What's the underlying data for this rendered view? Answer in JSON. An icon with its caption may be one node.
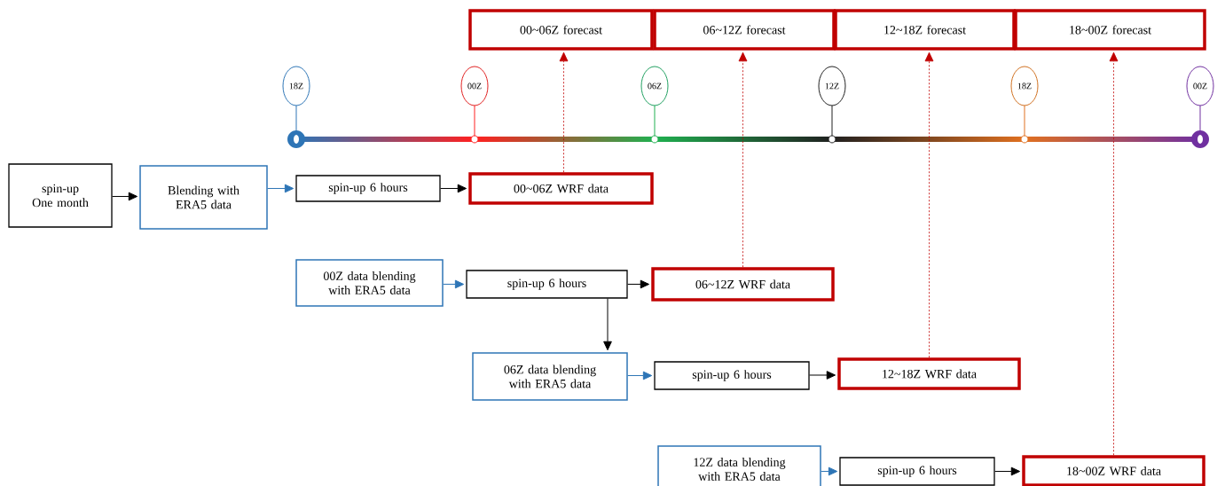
{
  "diagram": {
    "nodes": [
      {
        "text": [
          "00~06Z forecast"
        ]
      },
      {
        "text": [
          "06~12Z forecast"
        ]
      },
      {
        "text": [
          "12~18Z forecast"
        ]
      },
      {
        "text": [
          "18~00Z forecast"
        ]
      },
      {
        "text": [
          "18Z"
        ]
      },
      {
        "text": [
          "00Z"
        ]
      },
      {
        "text": [
          "06Z"
        ]
      },
      {
        "text": [
          "12Z"
        ]
      },
      {
        "text": [
          "18Z"
        ]
      },
      {
        "text": [
          "00Z"
        ]
      },
      {
        "text": [
          "spin-up One month"
        ]
      },
      {
        "text": [
          "Blending with ERA5 data"
        ]
      },
      {
        "text": [
          "spin-up 6 hours"
        ]
      },
      {
        "text": [
          "00~06Z WRF data"
        ]
      },
      {
        "text": [
          "00Z data blending with ERA5 data"
        ]
      },
      {
        "text": [
          "spin-up 6 hours"
        ]
      },
      {
        "text": [
          "06~12Z WRF data"
        ]
      },
      {
        "text": [
          "06Z data blending with ERA5 data"
        ]
      },
      {
        "text": [
          "spin-up 6 hours"
        ]
      },
      {
        "text": [
          "12~18Z WRF data"
        ]
      },
      {
        "text": [
          "12Z data blending with ERA5 data"
        ]
      },
      {
        "text": [
          "spin-up 6 hours"
        ]
      },
      {
        "text": [
          "18~00Z WRF data"
        ]
      }
    ],
    "edges": [
      {
        "from": 10,
        "to": 11,
        "arrow": "to"
      },
      {
        "from": 11,
        "to": 12,
        "arrow": "to",
        "color": "#2e75b6"
      },
      {
        "from": 12,
        "to": 13,
        "arrow": "to"
      },
      {
        "from": 14,
        "to": 15,
        "arrow": "to",
        "color": "#2e75b6"
      },
      {
        "from": 15,
        "to": 16,
        "arrow": "to"
      },
      {
        "from": 15,
        "to": 17,
        "arrow": "to"
      },
      {
        "from": 17,
        "to": 18,
        "arrow": "to",
        "color": "#2e75b6"
      },
      {
        "from": 18,
        "to": 19,
        "arrow": "to"
      },
      {
        "from": 20,
        "to": 21,
        "arrow": "to",
        "color": "#2e75b6"
      },
      {
        "from": 21,
        "to": 22,
        "arrow": "to"
      },
      {
        "from": 13,
        "to": 0,
        "arrow": "to",
        "style": "dashed",
        "color": "#c00000"
      },
      {
        "from": 16,
        "to": 1,
        "arrow": "to",
        "style": "dashed",
        "color": "#c00000"
      },
      {
        "from": 19,
        "to": 2,
        "arrow": "to",
        "style": "dashed",
        "color": "#c00000"
      },
      {
        "from": 22,
        "to": 3,
        "arrow": "to",
        "style": "dashed",
        "color": "#c00000"
      }
    ]
  }
}
